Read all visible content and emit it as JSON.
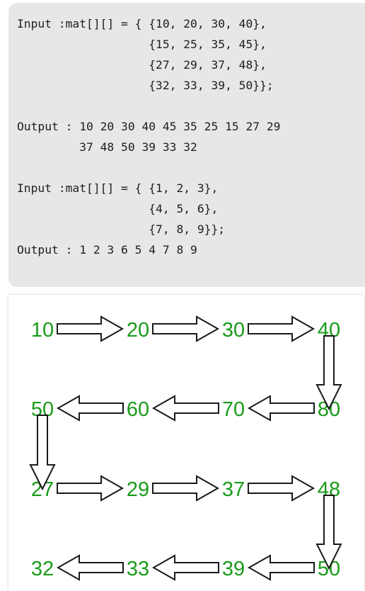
{
  "code_lines": [
    "Input :mat[][] = { {10, 20, 30, 40},",
    "                   {15, 25, 35, 45},",
    "                   {27, 29, 37, 48},",
    "                   {32, 33, 39, 50}};",
    "",
    "Output : 10 20 30 40 45 35 25 15 27 29",
    "         37 48 50 39 33 32",
    "",
    "Input :mat[][] = { {1, 2, 3},",
    "                   {4, 5, 6},",
    "                   {7, 8, 9}};",
    "Output : 1 2 3 6 5 4 7 8 9"
  ],
  "diagram": {
    "number_color": "#1a9b1a",
    "arrow_stroke": "#1a1a1a",
    "arrow_fill": "#ffffff",
    "rows": [
      [
        "10",
        "20",
        "30",
        "40"
      ],
      [
        "50",
        "60",
        "70",
        "80"
      ],
      [
        "27",
        "29",
        "37",
        "48"
      ],
      [
        "32",
        "33",
        "39",
        "50"
      ]
    ]
  }
}
